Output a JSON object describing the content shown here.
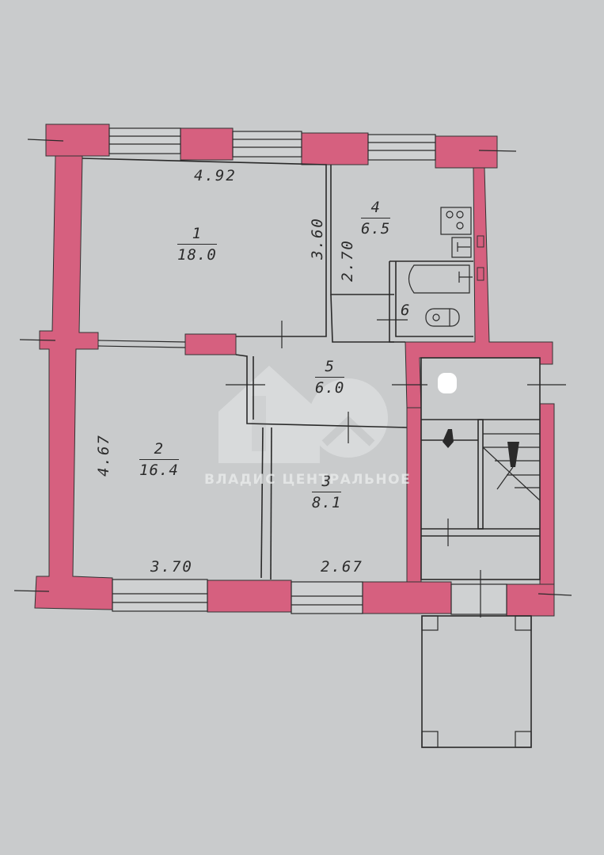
{
  "plan": {
    "background": "#c9cbcc",
    "wall_color": "#d6607f",
    "rooms": [
      {
        "id": "1",
        "number": "1",
        "area": "18.0",
        "width_label": "4.92",
        "height_label": "3.60"
      },
      {
        "id": "2",
        "number": "2",
        "area": "16.4",
        "width_label": "3.70",
        "height_label": "4.67"
      },
      {
        "id": "3",
        "number": "3",
        "area": "8.1",
        "width_label": "2.67"
      },
      {
        "id": "4",
        "number": "4",
        "area": "6.5",
        "height_label": "2.70"
      },
      {
        "id": "5",
        "number": "5",
        "area": "6.0"
      },
      {
        "id": "6",
        "number": "6"
      }
    ],
    "fixtures": [
      "stove-icon",
      "sink-icon",
      "bathtub-icon",
      "toilet-icon",
      "staircase-icon"
    ]
  },
  "watermark": {
    "logo": "10",
    "text": "ВЛАДИС ЦЕНТРАЛЬНОЕ"
  }
}
